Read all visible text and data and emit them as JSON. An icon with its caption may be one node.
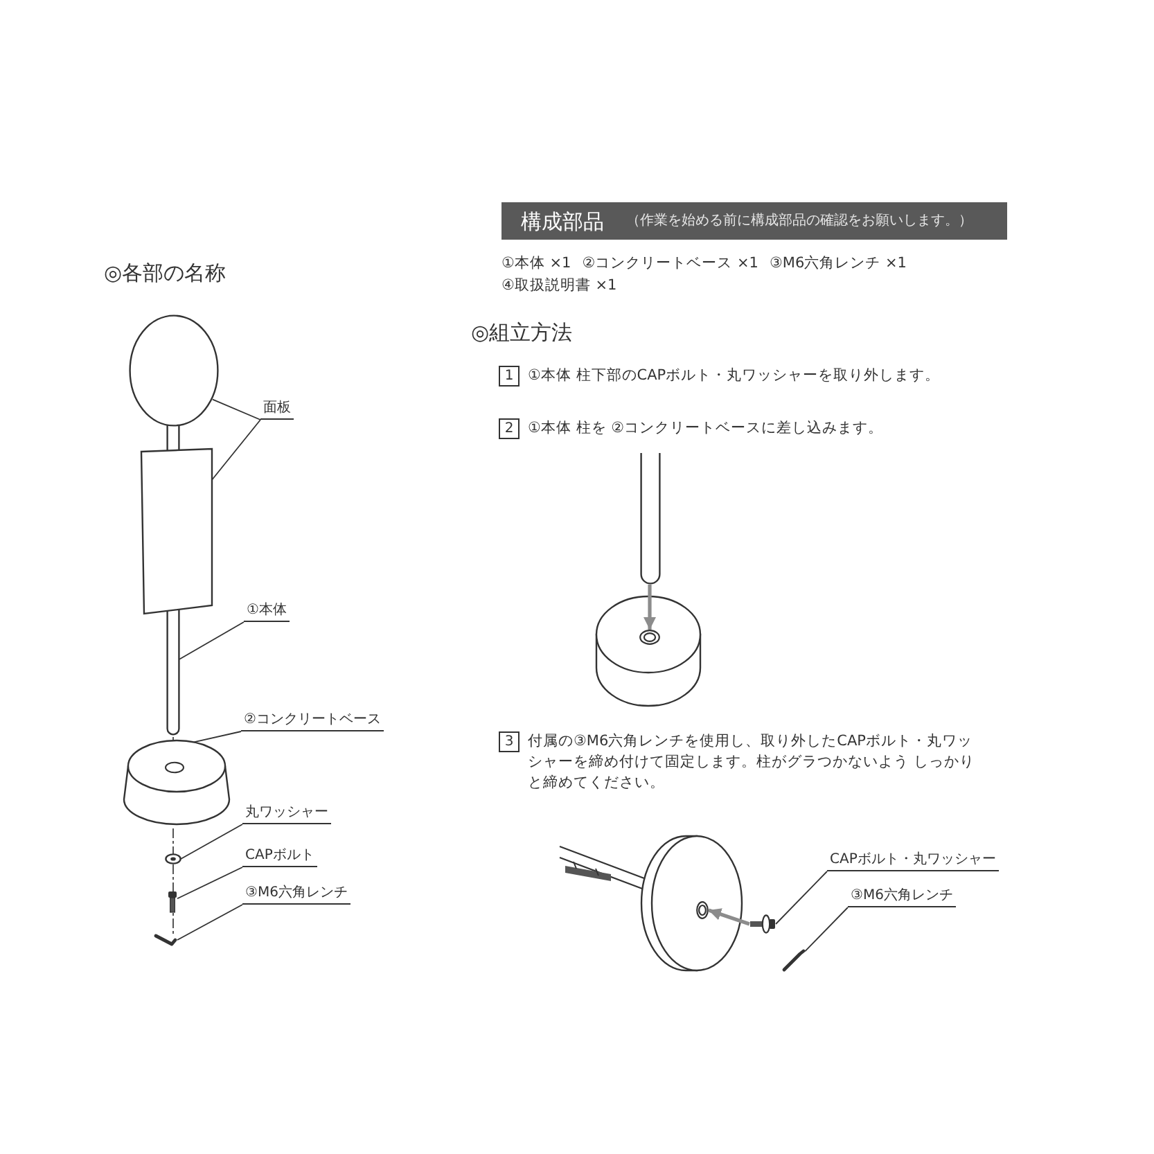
{
  "diagram": {
    "nodes": [
      {
        "text": [
          "面板"
        ]
      },
      {
        "text": [],
        "shape": "circle"
      },
      {
        "text": [],
        "shape": "box"
      },
      {
        "text": [
          "①本体"
        ]
      },
      {
        "text": [],
        "shape": "bar"
      },
      {
        "text": [
          "②コンクリートベース"
        ]
      },
      {
        "text": [],
        "shape": "cylinder"
      },
      {
        "text": [
          "丸ワッシャー"
        ]
      },
      {
        "text": [],
        "shape": "ring"
      },
      {
        "text": [
          "CAPボルト"
        ]
      },
      {
        "text": [],
        "shape": "bolt"
      },
      {
        "text": [
          "③M6六角レンチ"
        ]
      },
      {
        "text": [],
        "shape": "wrench"
      },
      {
        "text": [
          "構成部品",
          "（作業を始める前に構成部品の確認をお願いします。）"
        ]
      },
      {
        "text": [
          "1"
        ],
        "beside": [
          "①本体 柱下部のCAPボルト・丸ワッシャーを取り外します。"
        ]
      },
      {
        "text": [
          "2"
        ],
        "beside": [
          "①本体 柱を ②コンクリートベースに差し込みます。"
        ]
      },
      {
        "text": [],
        "shape": "bar"
      },
      {
        "text": [],
        "shape": "cylinder"
      },
      {
        "text": [],
        "shape": "ring",
        "in": 17
      },
      {
        "text": [
          "3"
        ],
        "beside": [
          "付属の③M6六角レンチを使用し、取り外したCAPボルト・丸ワッシャーを締め付けて固定します。柱がグラつかないよう しっかりと締めてください。"
        ]
      },
      {
        "text": [
          "CAPボルト・丸ワッシャー"
        ]
      },
      {
        "text": [
          "③M6六角レンチ"
        ]
      },
      {
        "text": [],
        "shape": "cylinder"
      },
      {
        "text": [],
        "shape": "ring",
        "in": 22
      },
      {
        "text": [],
        "shape": "bolt"
      },
      {
        "text": [],
        "shape": "wrench"
      }
    ],
    "edges": [
      {
        "from": 0,
        "to": 1,
        "arrow": "none"
      },
      {
        "from": 0,
        "to": 2,
        "arrow": "none"
      },
      {
        "from": 3,
        "to": 4,
        "arrow": "none"
      },
      {
        "from": 5,
        "to": 6,
        "arrow": "none"
      },
      {
        "from": 7,
        "to": 8,
        "arrow": "none"
      },
      {
        "from": 9,
        "to": 10,
        "arrow": "none"
      },
      {
        "from": 11,
        "to": 12,
        "arrow": "none"
      },
      {
        "from": 16,
        "to": 18,
        "arrow": "to",
        "style": "thick",
        "color": "#8c8c8c"
      },
      {
        "from": 20,
        "to": 24,
        "arrow": "none"
      },
      {
        "from": 21,
        "to": 25,
        "arrow": "none"
      },
      {
        "from": 24,
        "to": 23,
        "arrow": "to",
        "style": "thick",
        "color": "#8c8c8c"
      }
    ],
    "labels": [
      "◎各部の名称",
      "①本体 ×1",
      "②コンクリートベース ×1",
      "③M6六角レンチ ×1",
      "④取扱説明書 ×1",
      "◎組立方法"
    ]
  }
}
